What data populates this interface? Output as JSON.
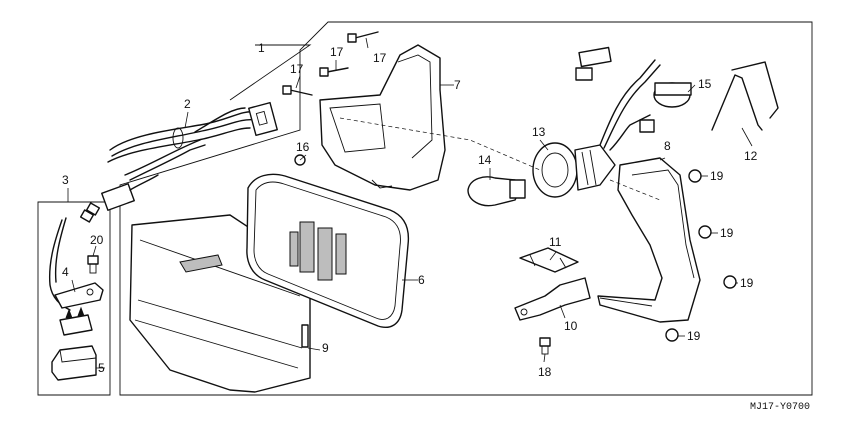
{
  "reference_code": "MJ17-Y0700",
  "callouts": {
    "c1": "1",
    "c2": "2",
    "c3": "3",
    "c4": "4",
    "c5": "5",
    "c6": "6",
    "c7": "7",
    "c8": "8",
    "c9": "9",
    "c10": "10",
    "c11": "11",
    "c12": "12",
    "c13": "13",
    "c14": "14",
    "c15": "15",
    "c16": "16",
    "c17a": "17",
    "c17b": "17",
    "c17c": "17",
    "c18": "18",
    "c19a": "19",
    "c19b": "19",
    "c19c": "19",
    "c19d": "19",
    "c20": "20"
  }
}
